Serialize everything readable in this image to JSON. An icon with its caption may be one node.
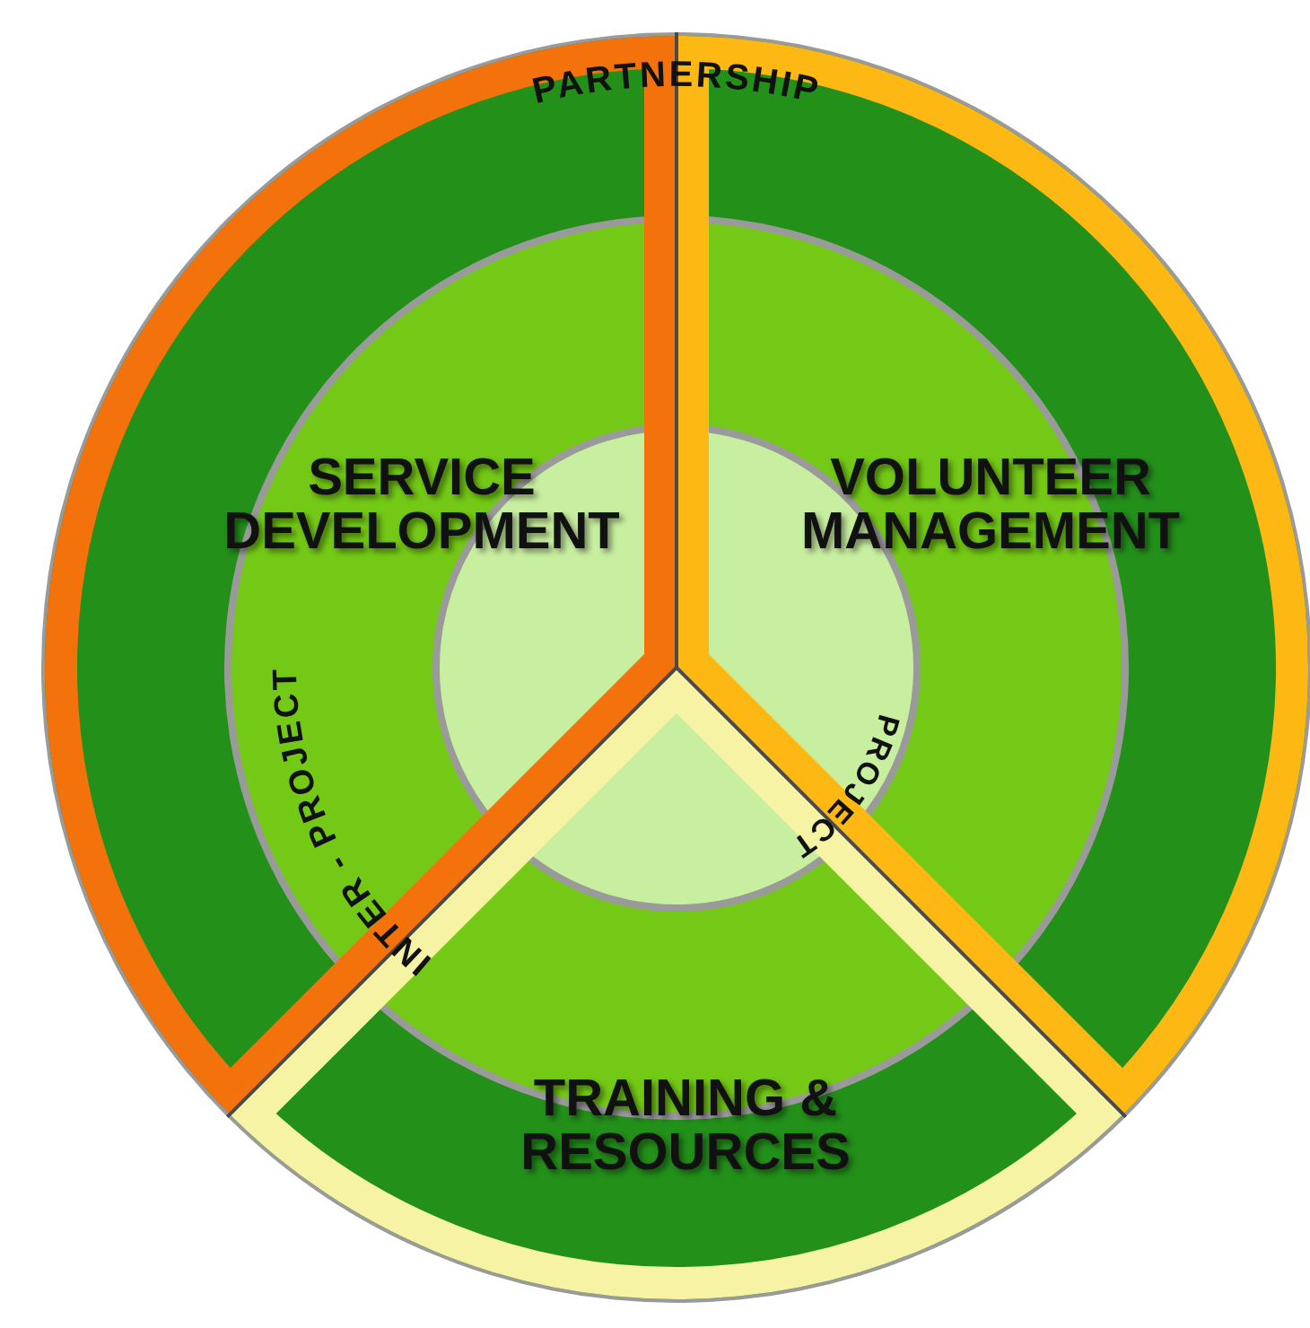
{
  "diagram": {
    "nodes": [
      {
        "text": [
          "SERVICE DEVELOPMENT"
        ]
      },
      {
        "text": [
          "VOLUNTEER MANAGEMENT"
        ]
      },
      {
        "text": [
          "TRAINING & RESOURCES"
        ]
      }
    ],
    "labels": [
      "PARTNERSHIP",
      "INTER - PROJECT",
      "PROJECT"
    ]
  }
}
